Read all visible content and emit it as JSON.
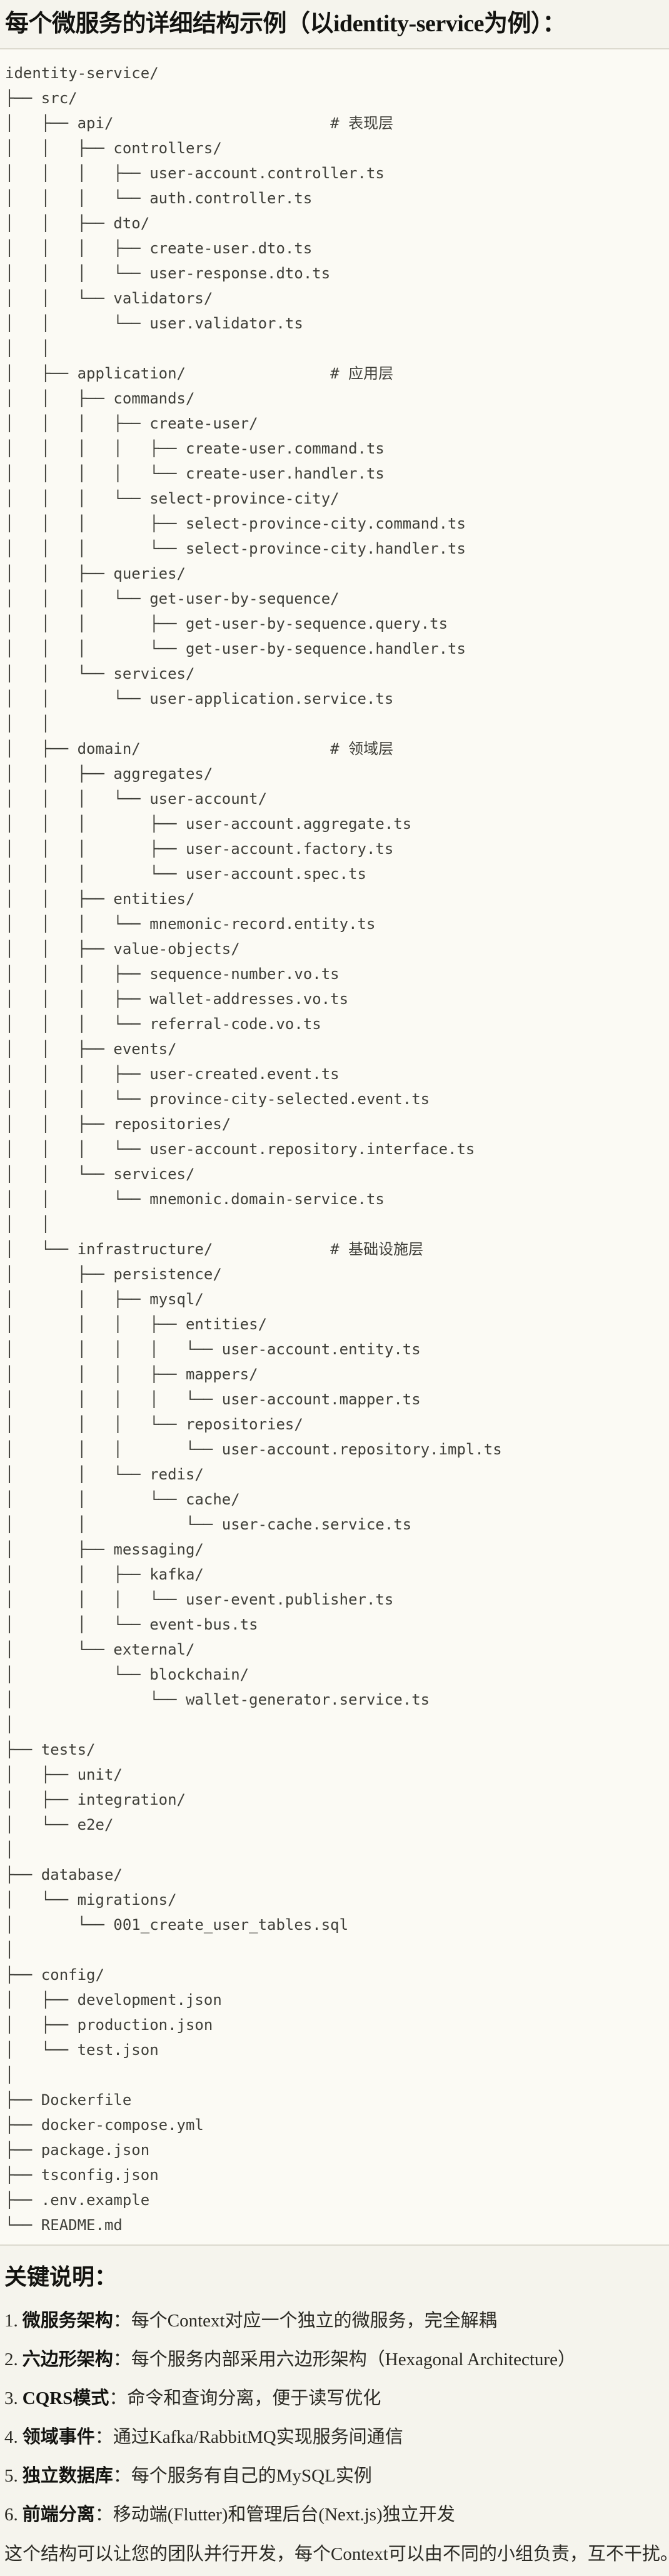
{
  "title": "每个微服务的详细结构示例（以identity-service为例）：",
  "colors": {
    "page_background": "#f5f4ed",
    "code_background": "#fbfaf4",
    "code_border": "#dcdacf",
    "code_text": "#3f3f39",
    "heading_text": "#131310",
    "body_text": "#2b2a24"
  },
  "tree_lines": [
    "identity-service/",
    "├── src/",
    "│   ├── api/                        # 表现层",
    "│   │   ├── controllers/",
    "│   │   │   ├── user-account.controller.ts",
    "│   │   │   └── auth.controller.ts",
    "│   │   ├── dto/",
    "│   │   │   ├── create-user.dto.ts",
    "│   │   │   └── user-response.dto.ts",
    "│   │   └── validators/",
    "│   │       └── user.validator.ts",
    "│   │",
    "│   ├── application/                # 应用层",
    "│   │   ├── commands/",
    "│   │   │   ├── create-user/",
    "│   │   │   │   ├── create-user.command.ts",
    "│   │   │   │   └── create-user.handler.ts",
    "│   │   │   └── select-province-city/",
    "│   │   │       ├── select-province-city.command.ts",
    "│   │   │       └── select-province-city.handler.ts",
    "│   │   ├── queries/",
    "│   │   │   └── get-user-by-sequence/",
    "│   │   │       ├── get-user-by-sequence.query.ts",
    "│   │   │       └── get-user-by-sequence.handler.ts",
    "│   │   └── services/",
    "│   │       └── user-application.service.ts",
    "│   │",
    "│   ├── domain/                     # 领域层",
    "│   │   ├── aggregates/",
    "│   │   │   └── user-account/",
    "│   │   │       ├── user-account.aggregate.ts",
    "│   │   │       ├── user-account.factory.ts",
    "│   │   │       └── user-account.spec.ts",
    "│   │   ├── entities/",
    "│   │   │   └── mnemonic-record.entity.ts",
    "│   │   ├── value-objects/",
    "│   │   │   ├── sequence-number.vo.ts",
    "│   │   │   ├── wallet-addresses.vo.ts",
    "│   │   │   └── referral-code.vo.ts",
    "│   │   ├── events/",
    "│   │   │   ├── user-created.event.ts",
    "│   │   │   └── province-city-selected.event.ts",
    "│   │   ├── repositories/",
    "│   │   │   └── user-account.repository.interface.ts",
    "│   │   └── services/",
    "│   │       └── mnemonic.domain-service.ts",
    "│   │",
    "│   └── infrastructure/             # 基础设施层",
    "│       ├── persistence/",
    "│       │   ├── mysql/",
    "│       │   │   ├── entities/",
    "│       │   │   │   └── user-account.entity.ts",
    "│       │   │   ├── mappers/",
    "│       │   │   │   └── user-account.mapper.ts",
    "│       │   │   └── repositories/",
    "│       │   │       └── user-account.repository.impl.ts",
    "│       │   └── redis/",
    "│       │       └── cache/",
    "│       │           └── user-cache.service.ts",
    "│       ├── messaging/",
    "│       │   ├── kafka/",
    "│       │   │   └── user-event.publisher.ts",
    "│       │   └── event-bus.ts",
    "│       └── external/",
    "│           └── blockchain/",
    "│               └── wallet-generator.service.ts",
    "│",
    "├── tests/",
    "│   ├── unit/",
    "│   ├── integration/",
    "│   └── e2e/",
    "│",
    "├── database/",
    "│   └── migrations/",
    "│       └── 001_create_user_tables.sql",
    "│",
    "├── config/",
    "│   ├── development.json",
    "│   ├── production.json",
    "│   └── test.json",
    "│",
    "├── Dockerfile",
    "├── docker-compose.yml",
    "├── package.json",
    "├── tsconfig.json",
    "├── .env.example",
    "└── README.md"
  ],
  "notes": {
    "heading": "关键说明：",
    "items": [
      {
        "num": "1.",
        "label": "微服务架构",
        "text": "：每个Context对应一个独立的微服务，完全解耦"
      },
      {
        "num": "2.",
        "label": "六边形架构",
        "text": "：每个服务内部采用六边形架构（Hexagonal Architecture）"
      },
      {
        "num": "3.",
        "label": "CQRS模式",
        "text": "：命令和查询分离，便于读写优化"
      },
      {
        "num": "4.",
        "label": "领域事件",
        "text": "：通过Kafka/RabbitMQ实现服务间通信"
      },
      {
        "num": "5.",
        "label": "独立数据库",
        "text": "：每个服务有自己的MySQL实例"
      },
      {
        "num": "6.",
        "label": "前端分离",
        "text": "：移动端(Flutter)和管理后台(Next.js)独立开发"
      }
    ],
    "footer": "这个结构可以让您的团队并行开发，每个Context可以由不同的小组负责，互不干扰。"
  }
}
